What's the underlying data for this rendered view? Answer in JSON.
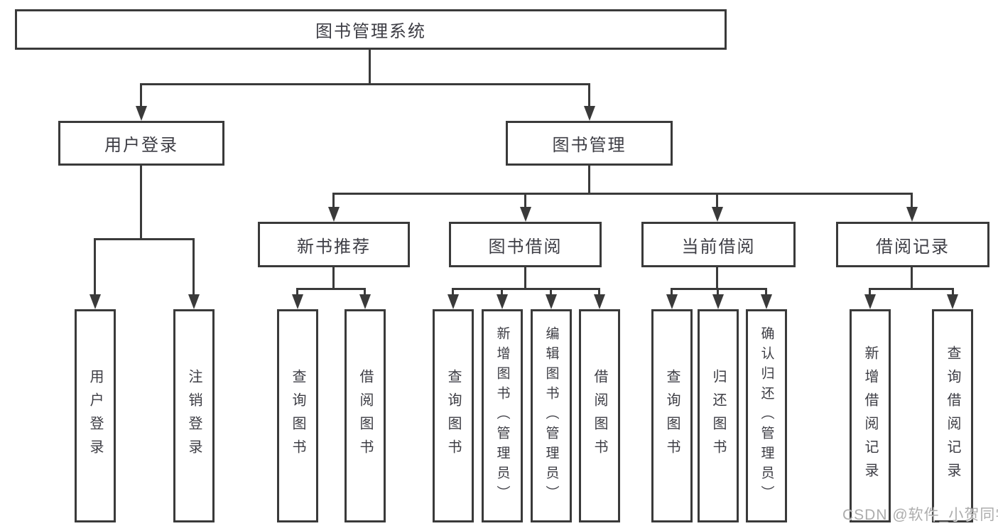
{
  "tree": {
    "root": {
      "label": "图书管理系统",
      "children": [
        {
          "label": "用户登录",
          "children": [
            {
              "label": "用户登录"
            },
            {
              "label": "注销登录"
            }
          ]
        },
        {
          "label": "图书管理",
          "children": [
            {
              "label": "新书推荐",
              "children": [
                {
                  "label": "查询图书"
                },
                {
                  "label": "借阅图书"
                }
              ]
            },
            {
              "label": "图书借阅",
              "children": [
                {
                  "label": "查询图书"
                },
                {
                  "label": "新增图书（管理员）"
                },
                {
                  "label": "编辑图书（管理员）"
                },
                {
                  "label": "借阅图书"
                }
              ]
            },
            {
              "label": "当前借阅",
              "children": [
                {
                  "label": "查询图书"
                },
                {
                  "label": "归还图书"
                },
                {
                  "label": "确认归还（管理员）"
                }
              ]
            },
            {
              "label": "借阅记录",
              "children": [
                {
                  "label": "新增借阅记录"
                },
                {
                  "label": "查询借阅记录"
                }
              ]
            }
          ]
        }
      ]
    }
  },
  "watermark": "CSDN @软件_小贺同学",
  "colors": {
    "line": "#3a3a3a",
    "text": "#3d3d44",
    "watermark": "#a4a4a4",
    "background": "#ffffff"
  }
}
